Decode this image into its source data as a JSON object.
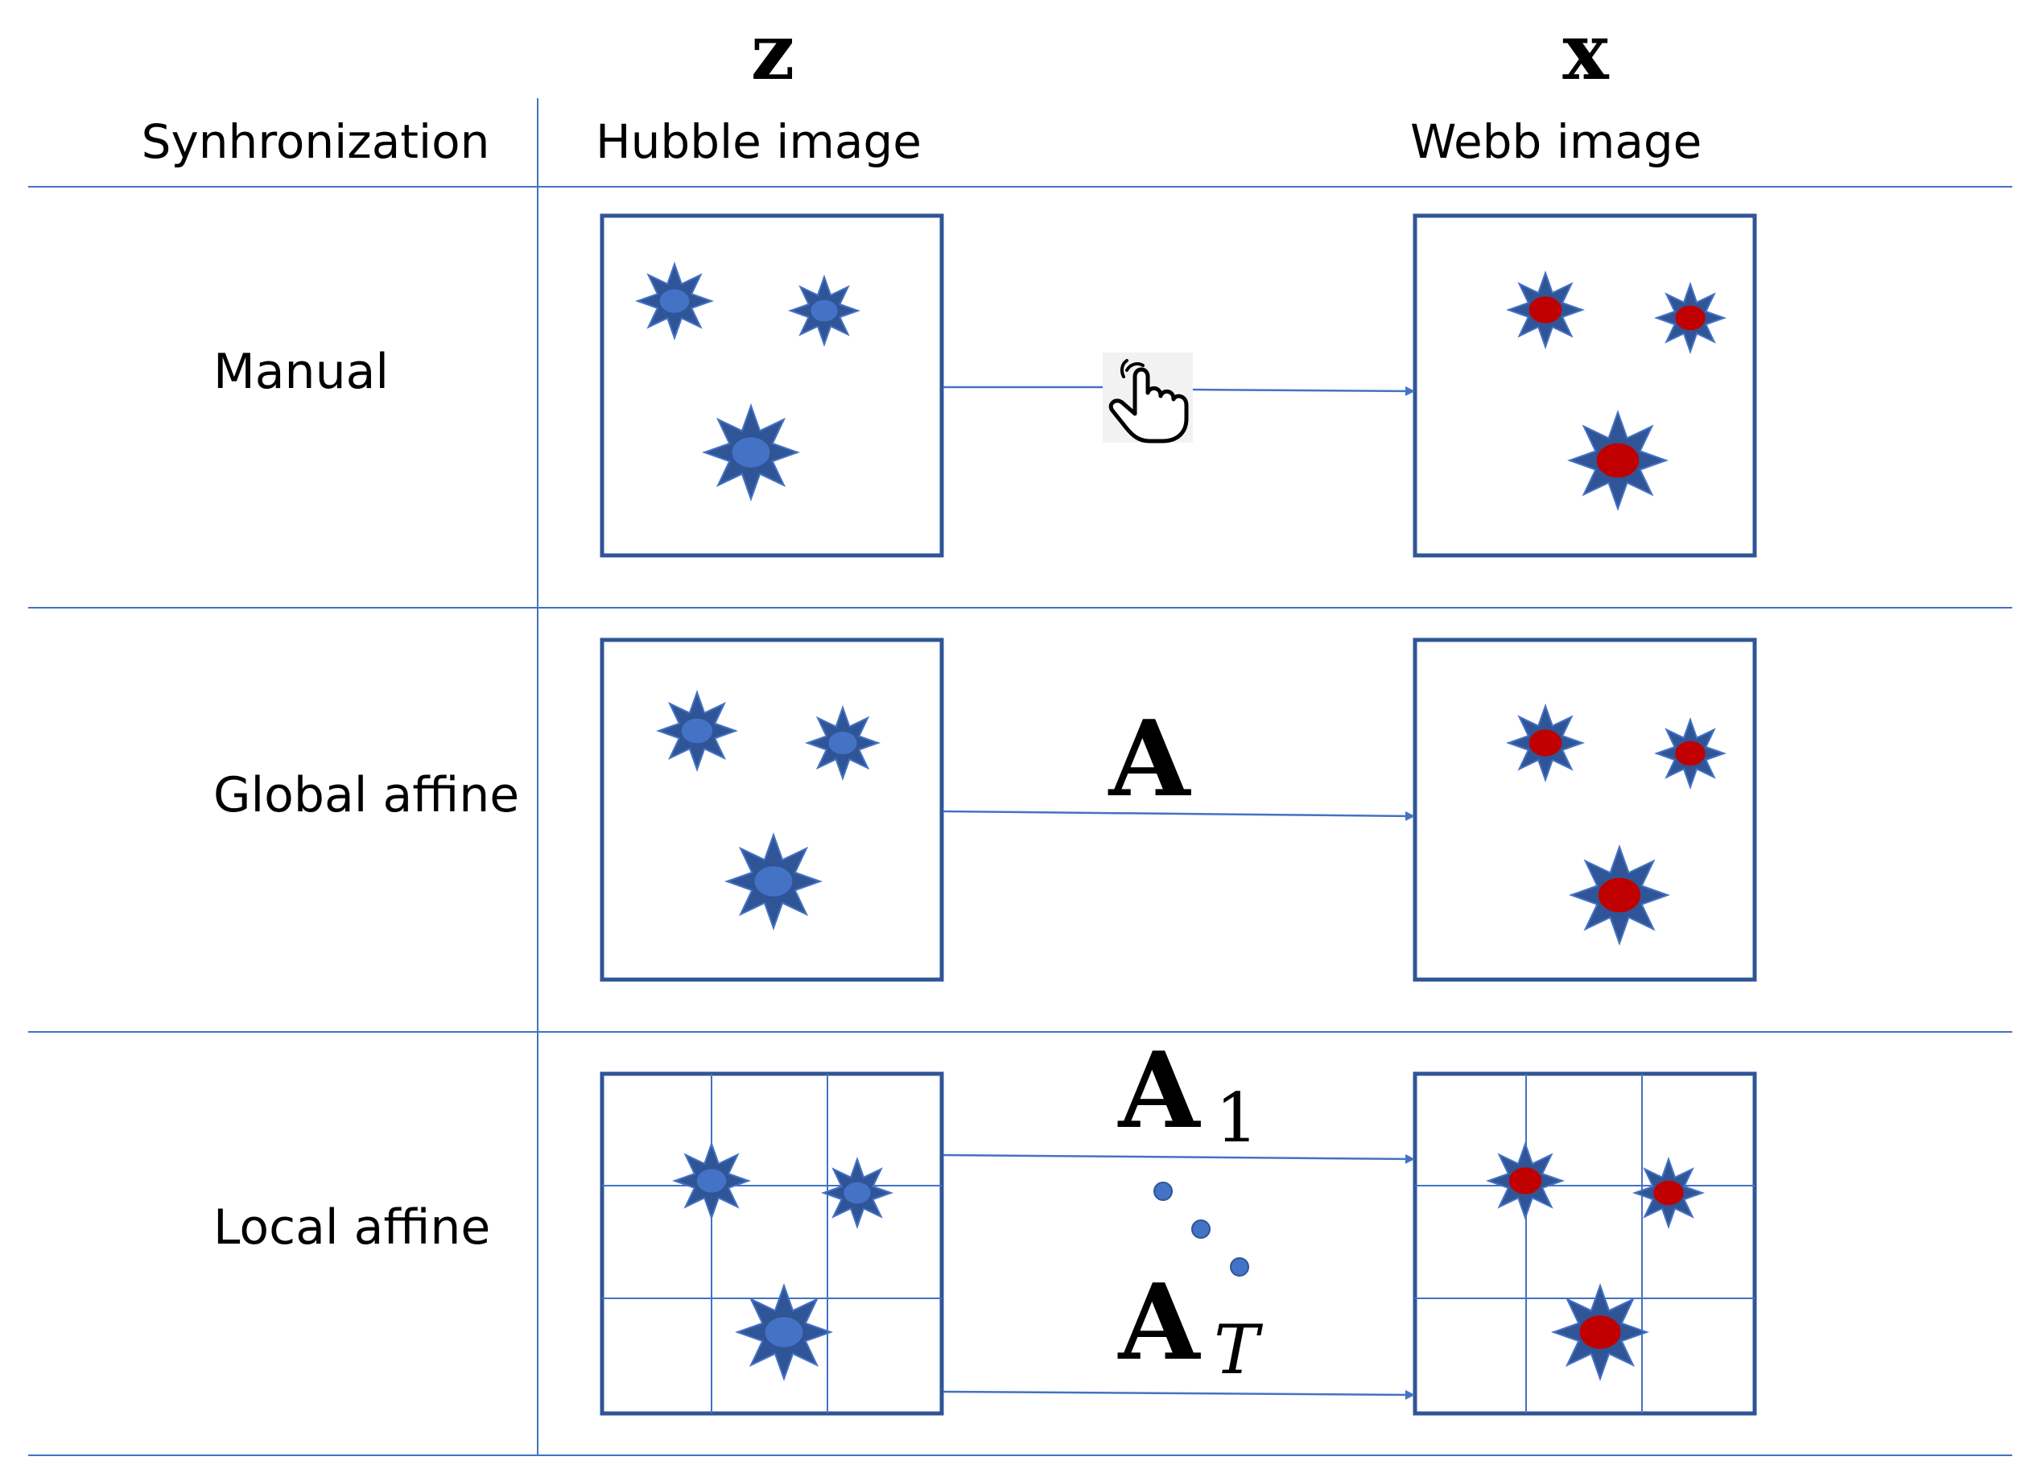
{
  "header": {
    "col_label": "Synhronization",
    "z_symbol": "z",
    "x_symbol": "x",
    "hubble_label": "Hubble image",
    "webb_label": "Webb image"
  },
  "rows": [
    {
      "label": "Manual",
      "transform": "hand-pointer-icon"
    },
    {
      "label": "Global affine",
      "transform_text": "A"
    },
    {
      "label": "Local affine",
      "transform_top": {
        "base": "A",
        "sub": "1"
      },
      "transform_bottom": {
        "base": "A",
        "sub": "T"
      }
    }
  ],
  "colors": {
    "grid_line": "#4472C4",
    "frame": "#2F5597",
    "star_blue": "#2F5597",
    "star_fill_blue": "#4472C4",
    "star_core_red": "#C00000",
    "dots": "#4472C4"
  },
  "icons": [
    "hand-pointer-icon",
    "blue-star-icon",
    "red-star-icon",
    "ellipsis-dots-icon"
  ]
}
